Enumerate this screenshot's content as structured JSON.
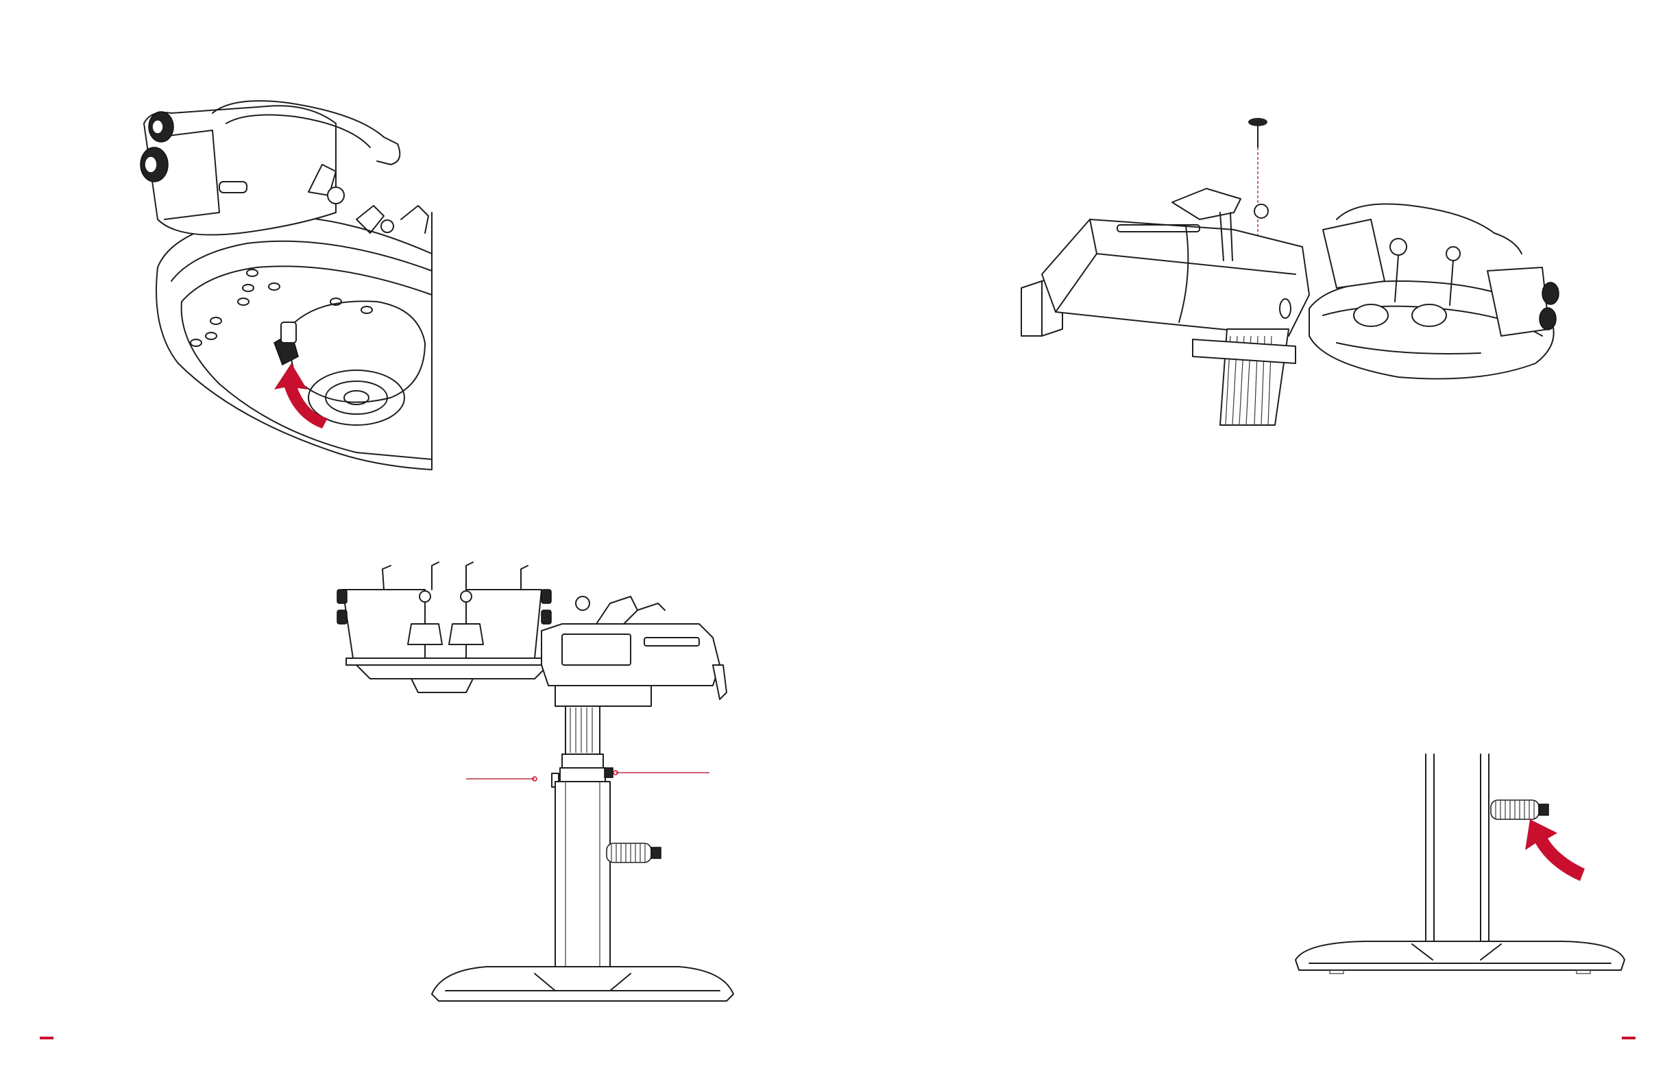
{
  "colors": {
    "accent": "#c8102e",
    "line": "#1e1e1e",
    "background": "#ffffff"
  },
  "illustrations": [
    {
      "id": "turntable-underside-lever",
      "icon": "curved-arrow-icon"
    },
    {
      "id": "machine-top-mounting-screw",
      "icon": "screw-icon"
    },
    {
      "id": "machine-side-view-height-adjust",
      "icon": "leader-line-icon"
    },
    {
      "id": "pedestal-knob-tighten",
      "icon": "curved-arrow-icon"
    }
  ]
}
